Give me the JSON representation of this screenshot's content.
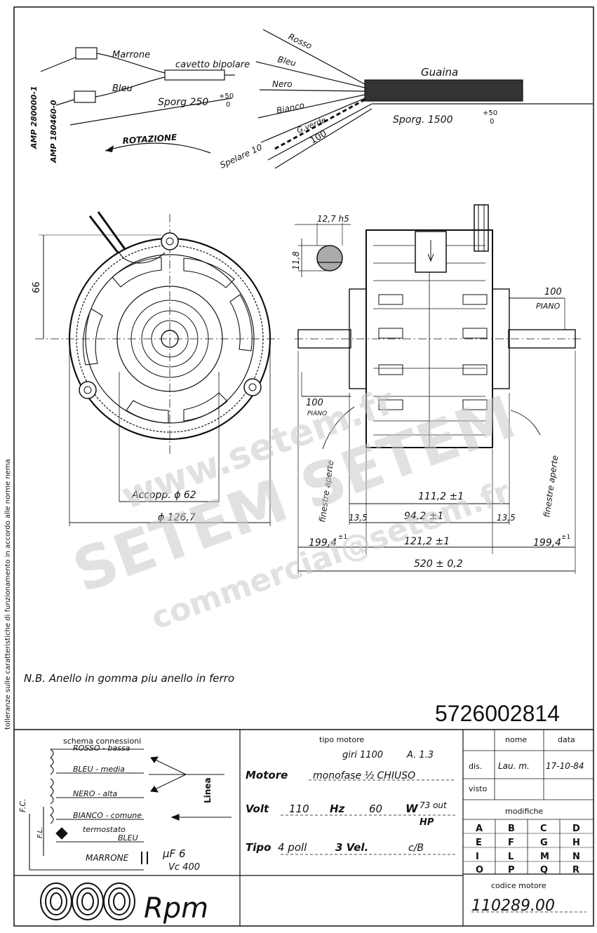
{
  "side_note": "tolleranze sulle caratteristiche di funzionamento in accordo alle norme nema",
  "wiring_top": {
    "connector1": "AMP 280000-1",
    "connector2": "AMP 180460-0",
    "marrone": "Marrone",
    "bleu": "Bleu",
    "cavetto": "cavetto bipolare",
    "sporg_short": "Sporg 250",
    "sporg_short_tol_up": "+50",
    "sporg_short_tol_down": "0",
    "rotazione": "ROTAZIONE",
    "rosso": "Rosso",
    "bleu2": "Bleu",
    "nero": "Nero",
    "bianco": "Bianco",
    "gverde": "G.verde",
    "guaina": "Guaina",
    "sporg_long": "Sporg. 1500",
    "sporg_long_tol_up": "+50",
    "sporg_long_tol_down": "0",
    "spelare": "Spelare 10",
    "len100": "100"
  },
  "front_view": {
    "dim66": "66",
    "accopp": "Accopp. ϕ 62",
    "diam": "ϕ 126,7"
  },
  "side_view": {
    "shaft": "12,7 h5",
    "flat": "11,8",
    "piano_left_val": "100",
    "piano_left": "PIANO",
    "piano_right_val": "100",
    "piano_right": "PIANO",
    "finestre_left": "finestre aperte",
    "finestre_right": "finestre aperte",
    "d1112": "111,2 ±1",
    "d135a": "13,5",
    "d942": "94,2 ±1",
    "d135b": "13,5",
    "d1994a": "199,4",
    "d1994a_tol": "±1",
    "d1212": "121,2 ±1",
    "d1994b": "199,4",
    "d1994b_tol": "±1",
    "d520": "520 ± 0,2"
  },
  "note": "N.B. Anello in gomma piu anello in ferro",
  "part_number": "5726002814",
  "schema": {
    "title": "schema connessioni",
    "rosso": "ROSSO - bassa",
    "bleu": "BLEU - media",
    "nero": "NERO - alta",
    "bianco": "BIANCO - comune",
    "termostato": "termostato",
    "bleu2": "BLEU",
    "marrone": "MARRONE",
    "linea": "Linea",
    "fc": "F.C.",
    "fl": "F.L.",
    "uf": "μF 6",
    "vc": "Vc 400"
  },
  "motor": {
    "tipo_label": "tipo motore",
    "giri": "giri 1100",
    "a13": "A. 1.3",
    "motore_label": "Motore",
    "motore_val": "monofase ½ CHIUSO",
    "volt_label": "Volt",
    "volt_val": "110",
    "hz_label": "Hz",
    "hz_val": "60",
    "w_label": "W",
    "w_val": "73 out",
    "hp": "HP",
    "tipo2_label": "Tipo",
    "poll": "4 poll",
    "vel": "3 Vel.",
    "cb": "c/B"
  },
  "admin": {
    "nome": "nome",
    "data": "data",
    "dis": "dis.",
    "dis_name": "Lau. m.",
    "dis_date": "17-10-84",
    "visto": "visto",
    "modifiche": "modifiche",
    "letters": [
      "A",
      "B",
      "C",
      "D",
      "E",
      "F",
      "G",
      "H",
      "I",
      "L",
      "M",
      "N",
      "O",
      "P",
      "Q",
      "R"
    ],
    "codice_label": "codice motore",
    "codice_val": "110289.00"
  },
  "logo_text": "Rpm",
  "watermark": {
    "line1": "www.setem.fr",
    "line2": "SETEM SETEM",
    "line3": "commercial@setem.fr"
  }
}
